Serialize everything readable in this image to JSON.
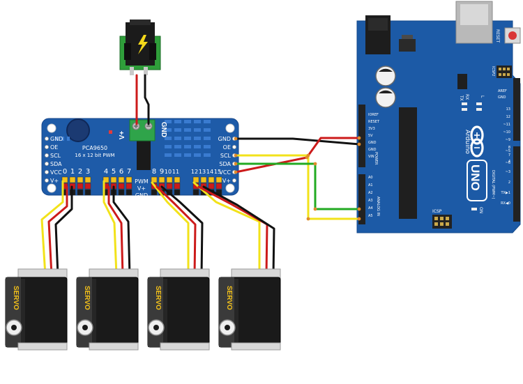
{
  "driver": {
    "title": "PCA9650",
    "subtitle": "16 x 12 bit PWM",
    "left_pins": [
      "GND",
      "OE",
      "SCL",
      "SDA",
      "VCC",
      "V+"
    ],
    "right_pins": [
      "GND",
      "OE",
      "SCL",
      "SDA",
      "VCC",
      "V+"
    ],
    "channel_numbers": [
      "0",
      "1",
      "2",
      "3",
      "4",
      "5",
      "6",
      "7",
      "8",
      "9",
      "10",
      "11",
      "12",
      "13",
      "14",
      "15"
    ],
    "terminal_vplus": "V+",
    "terminal_gnd": "GND",
    "row_labels": [
      "PWM",
      "V+",
      "GND"
    ]
  },
  "servos": [
    {
      "label": "SERVO"
    },
    {
      "label": "SERVO"
    },
    {
      "label": "SERVO"
    },
    {
      "label": "SERVO"
    }
  ],
  "arduino": {
    "brand": "Arduino",
    "model": "UNO",
    "reset": "RESET",
    "icsp2": "ICSP2",
    "icsp": "ICSP",
    "on": "ON",
    "tx": "TX",
    "rx": "RX",
    "l": "L",
    "aref": "AREF",
    "gnd_top": "GND",
    "digital_pins": [
      "13",
      "12",
      "~11",
      "~10",
      "~9",
      "8",
      "7",
      "~6",
      "~5",
      "4",
      "~3",
      "2",
      "TX▶1",
      "RX◀0"
    ],
    "digital_label": "DIGITAL (PWM~)",
    "power_pins": [
      "IOREF",
      "RESET",
      "3V3",
      "5V",
      "GND",
      "GND",
      "VIN"
    ],
    "power_label": "POWER",
    "analog_pins": [
      "A0",
      "A1",
      "A2",
      "A3",
      "A4",
      "A5"
    ],
    "analog_label": "ANALOG IN"
  },
  "colors": {
    "board_blue": "#1e5ba8",
    "arduino_blue": "#1c5aa6",
    "wire_red": "#cc1a1a",
    "wire_black": "#111111",
    "wire_yellow": "#f2e21a",
    "wire_green": "#22aa22"
  }
}
